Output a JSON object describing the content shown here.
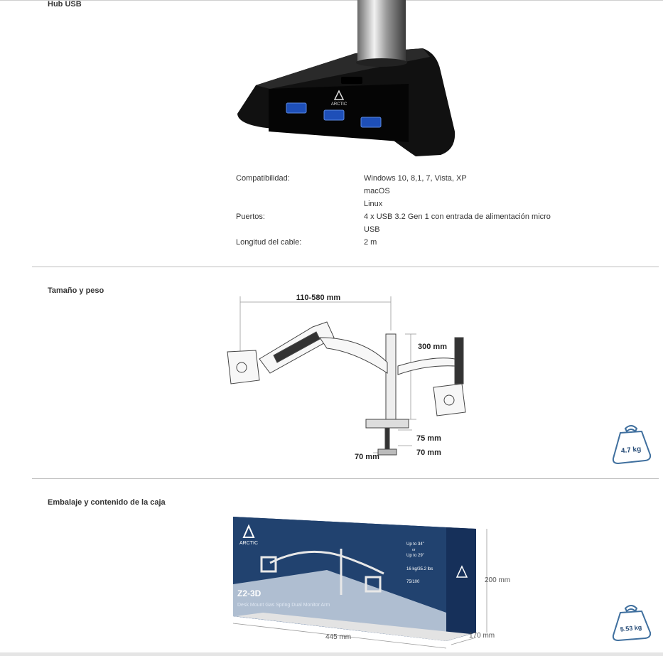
{
  "sections": {
    "hub": {
      "title": "Hub USB"
    },
    "size": {
      "title": "Tamaño y peso"
    },
    "box": {
      "title": "Embalaje y contenido de la caja"
    }
  },
  "specs": [
    {
      "label": "Compatibilidad:",
      "values": [
        "Windows 10, 8,1, 7, Vista, XP",
        "macOS",
        "Linux"
      ]
    },
    {
      "label": "Puertos:",
      "values": [
        "4 x USB 3.2 Gen 1 con entrada de alimentación micro",
        "USB"
      ]
    },
    {
      "label": "Longitud del cable:",
      "values": [
        "2 m"
      ]
    }
  ],
  "hub_image": {
    "brand": "ARCTIC"
  },
  "dimensions": {
    "arm_reach": "110-580 mm",
    "height": "300 mm",
    "clamp_depth": "75 mm",
    "base_width": "70 mm",
    "base_depth": "70 mm",
    "weight": "4.7 kg"
  },
  "box_image": {
    "brand": "ARCTIC",
    "model": "Z2-3D",
    "subtitle": "Desk Mount Gas Spring Dual Monitor Arm",
    "spec1": "Up to 34\"",
    "spec_or": "or",
    "spec2": "Up to 29\"",
    "spec3": "16 kg/35.2 lbs",
    "spec4": "75/100",
    "height": "200 mm",
    "length": "445 mm",
    "depth": "170 mm",
    "weight": "5.53 kg"
  },
  "colors": {
    "box_blue": "#1d3a6b",
    "weight_icon": "#3f6f9e"
  }
}
